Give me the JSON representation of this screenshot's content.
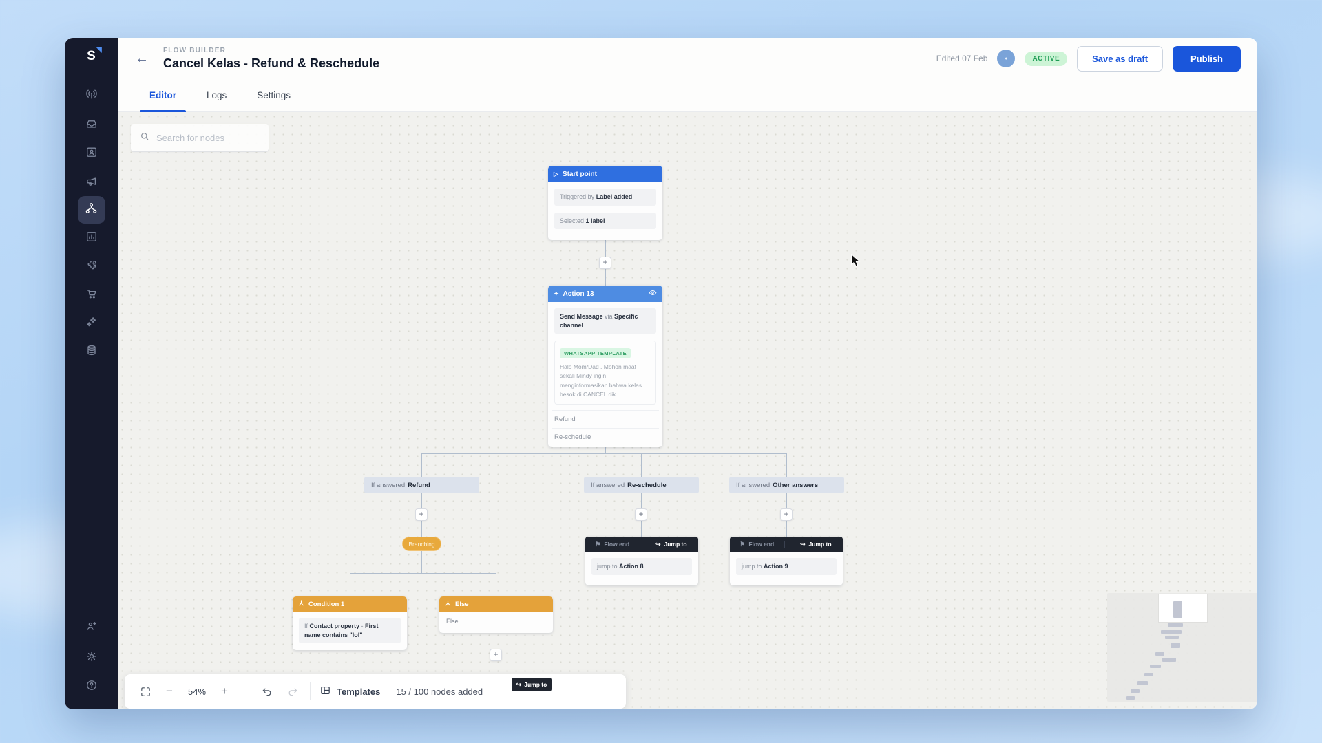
{
  "header": {
    "eyebrow": "FLOW BUILDER",
    "title": "Cancel Kelas - Refund & Reschedule",
    "edited": "Edited 07 Feb",
    "status": "ACTIVE",
    "save_draft": "Save as draft",
    "publish": "Publish"
  },
  "tabs": [
    {
      "label": "Editor"
    },
    {
      "label": "Logs"
    },
    {
      "label": "Settings"
    }
  ],
  "search": {
    "placeholder": "Search for nodes"
  },
  "flow": {
    "plus": "+",
    "start": {
      "title": "Start point",
      "icon": "▷",
      "row1_prefix": "Triggered by ",
      "row1_value": "Label added",
      "row2_prefix": "Selected ",
      "row2_value": "1 label"
    },
    "action": {
      "title": "Action 13",
      "icon": "✦",
      "line1_b1": "Send Message",
      "line1_mid": " via ",
      "line1_b2": "Specific channel",
      "badge": "WHATSAPP TEMPLATE",
      "message": "Halo Mom/Dad , Mohon maaf sekali Mindy ingin menginformasikan bahwa kelas besok di CANCEL dik...",
      "options": [
        "Refund",
        "Re-schedule"
      ]
    },
    "branches": [
      {
        "prefix": "If answered ",
        "value": "Refund"
      },
      {
        "prefix": "If answered ",
        "value": "Re-schedule"
      },
      {
        "prefix": "If answered ",
        "value": "Other answers"
      }
    ],
    "branching_label": "Branching",
    "jumps": [
      {
        "flag": "⚑",
        "left": "Flow end",
        "arrow": "↪",
        "right": "Jump to",
        "body_prefix": "jump to ",
        "body_value": "Action 8"
      },
      {
        "flag": "⚑",
        "left": "Flow end",
        "arrow": "↪",
        "right": "Jump to",
        "body_prefix": "jump to ",
        "body_value": "Action 9"
      }
    ],
    "condition": {
      "title": "Condition 1",
      "p1": "If ",
      "b1": "Contact property",
      "sep": " - ",
      "b2": "First name",
      "rest": " contains \"lol\""
    },
    "else_node": {
      "title": "Else",
      "body": "Else"
    },
    "partial_jump": {
      "arrow": "↪",
      "label": "Jump to"
    }
  },
  "toolbar": {
    "zoom": "54%",
    "minus": "−",
    "plus": "+",
    "templates": "Templates",
    "count": "15 / 100 nodes added"
  }
}
